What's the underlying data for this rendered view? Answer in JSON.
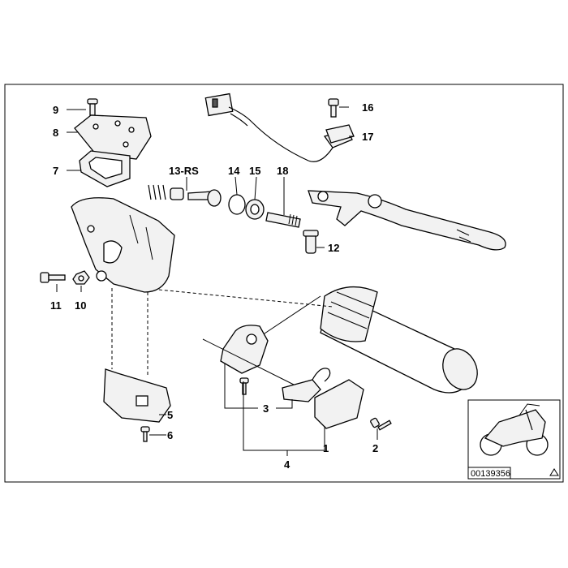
{
  "diagram": {
    "callouts": {
      "c1": "1",
      "c2": "2",
      "c3": "3",
      "c4": "4",
      "c5": "5",
      "c6": "6",
      "c7": "7",
      "c8": "8",
      "c9": "9",
      "c10": "10",
      "c11": "11",
      "c12": "12",
      "c13": "13-RS",
      "c14": "14",
      "c15": "15",
      "c16": "16",
      "c17": "17",
      "c18": "18"
    },
    "inset": {
      "doc_number": "00139356"
    },
    "colors": {
      "line": "#000000",
      "fill": "#f2f2f2",
      "background": "#ffffff"
    }
  }
}
